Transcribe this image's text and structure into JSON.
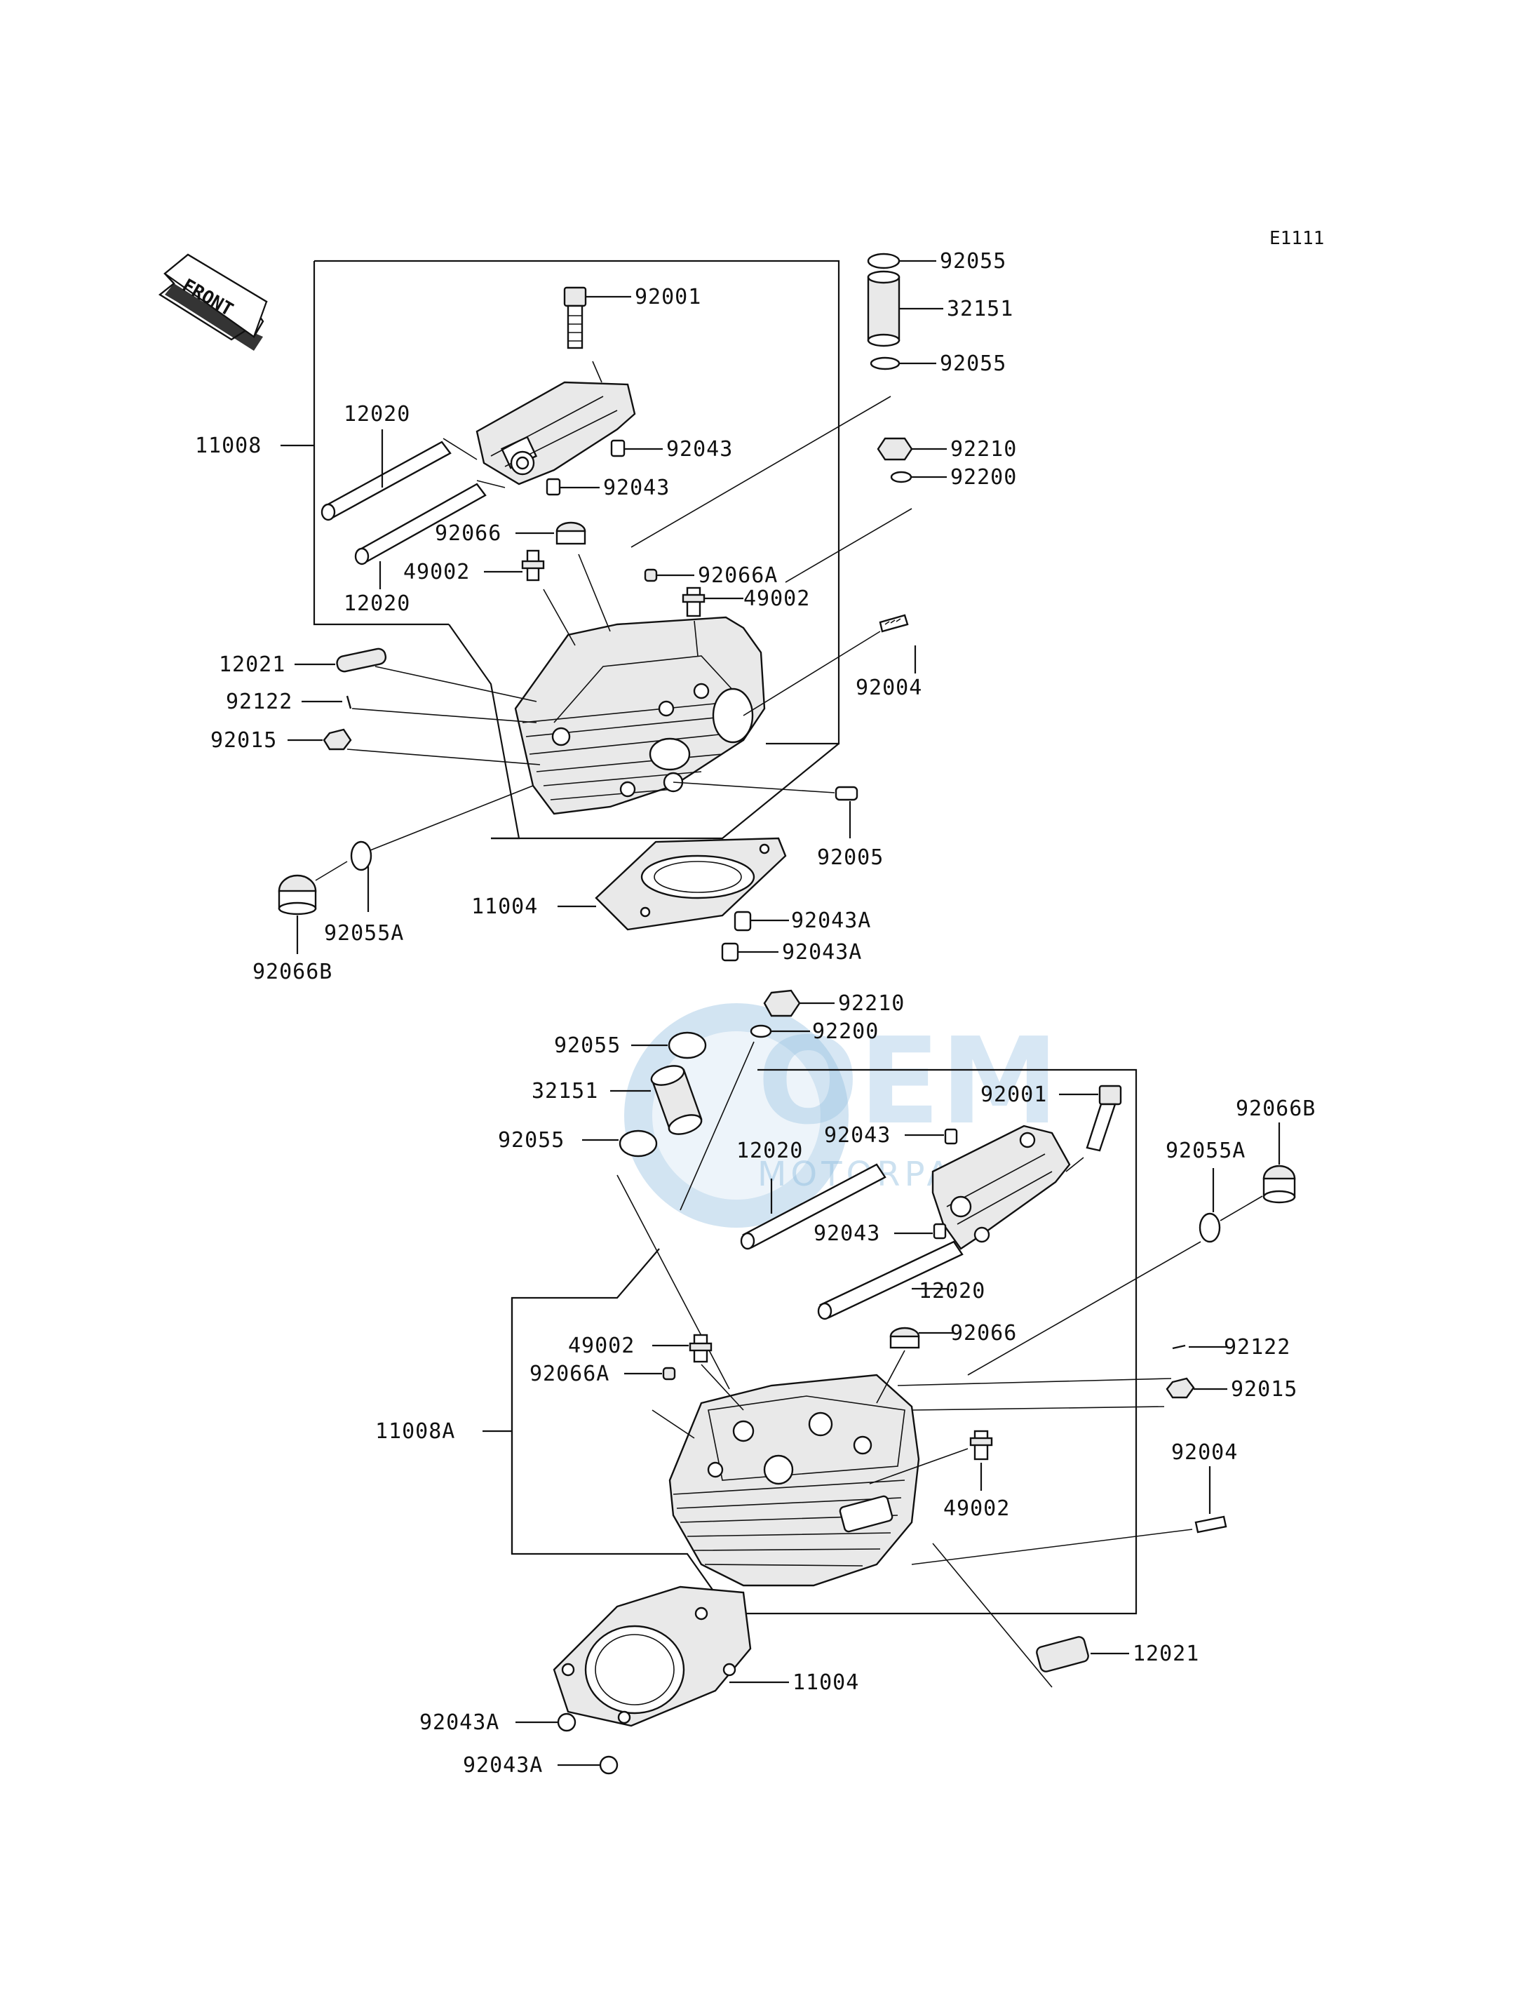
{
  "diagram_code": "E1111",
  "front_label": "FRONT",
  "watermark": {
    "brand": "OEM",
    "sub": "MOTORPARTS"
  },
  "rear_head": {
    "assembly": "11008",
    "gasket": "11004",
    "labels": {
      "p92055_top": "92055",
      "p32151": "32151",
      "p92055_mid": "92055",
      "p92001": "92001",
      "p12020_a": "12020",
      "p92043_a": "92043",
      "p92043_b": "92043",
      "p92210": "92210",
      "p92200": "92200",
      "p92066": "92066",
      "p49002_a": "49002",
      "p92066A": "92066A",
      "p49002_b": "49002",
      "p12020_b": "12020",
      "p12021": "12021",
      "p92122": "92122",
      "p92004": "92004",
      "p92015": "92015",
      "p92005": "92005",
      "p92055A": "92055A",
      "p92066B": "92066B",
      "p92043A_a": "92043A",
      "p92043A_b": "92043A"
    }
  },
  "front_head": {
    "assembly": "11008A",
    "gasket": "11004",
    "labels": {
      "p92210": "92210",
      "p92200": "92200",
      "p92055_a": "92055",
      "p32151": "32151",
      "p92055_b": "92055",
      "p92001": "92001",
      "p92043_a": "92043",
      "p12020_a": "12020",
      "p92043_b": "92043",
      "p12020_b": "12020",
      "p92066B": "92066B",
      "p92055A": "92055A",
      "p49002_a": "49002",
      "p92066": "92066",
      "p92066A": "92066A",
      "p92122": "92122",
      "p92015": "92015",
      "p92004": "92004",
      "p49002_b": "49002",
      "p12021": "12021",
      "p92043A_a": "92043A",
      "p92043A_b": "92043A"
    }
  }
}
